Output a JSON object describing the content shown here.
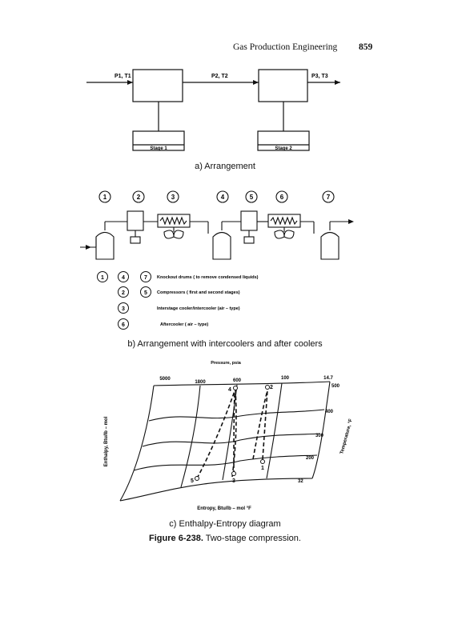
{
  "header": {
    "running_title": "Gas Production Engineering",
    "page_number": "859"
  },
  "figure_a": {
    "inlet_label": "P1, T1",
    "mid_label": "P2, T2",
    "outlet_label": "P3, T3",
    "stage1_label": "Stage 1",
    "stage2_label": "Stage 2",
    "caption": "a) Arrangement"
  },
  "figure_b": {
    "circle_numbers": [
      "1",
      "2",
      "3",
      "4",
      "5",
      "6",
      "7"
    ],
    "legend": [
      {
        "numbers": [
          "1",
          "4",
          "7"
        ],
        "text": "Knockout drums ( to remove condensed liquids)"
      },
      {
        "numbers": [
          "2",
          "5"
        ],
        "text": "Compressors ( first and second stages)"
      },
      {
        "numbers": [
          "3"
        ],
        "text": "Interstage cooler/intercooler (air – type)"
      },
      {
        "numbers": [
          "6"
        ],
        "text": "Aftercooler ( air – type)"
      }
    ],
    "caption": "b) Arrangement with intercoolers and after coolers"
  },
  "figure_c": {
    "top_axis_label": "Pressure, psia",
    "pressure_values": [
      "5000",
      "1800",
      "600",
      "100",
      "14.7"
    ],
    "temperature_values": [
      "500",
      "400",
      "300",
      "200",
      "32"
    ],
    "left_axis_label": "Enthalpy, Btu/lb – mol",
    "right_axis_label": "Temperature, °F",
    "bottom_axis_label": "Entropy, Btu/lb – mol °F",
    "points": [
      "1",
      "2",
      "3",
      "4",
      "5"
    ],
    "caption": "c) Enthalpy-Entropy diagram"
  },
  "figure_caption": {
    "number": "Figure 6-238.",
    "text": " Two-stage compression."
  }
}
